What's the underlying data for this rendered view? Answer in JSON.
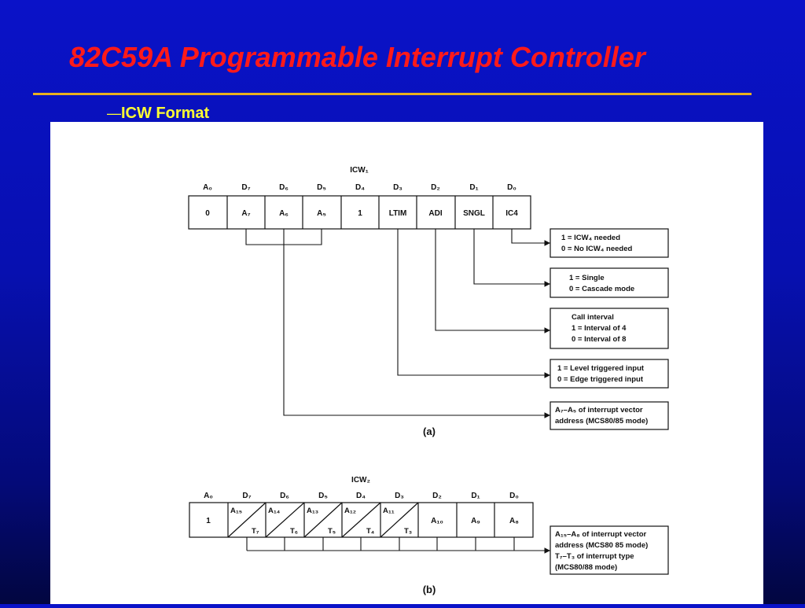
{
  "title": "82C59A Programmable Interrupt Controller",
  "subtitle": {
    "dash": "—",
    "text": "ICW Format"
  },
  "icw1": {
    "name": "ICW₁",
    "headers": [
      "A₀",
      "D₇",
      "D₆",
      "D₅",
      "D₄",
      "D₃",
      "D₂",
      "D₁",
      "D₀"
    ],
    "cells": [
      "0",
      "A₇",
      "A₆",
      "A₅",
      "1",
      "LTIM",
      "ADI",
      "SNGL",
      "IC4"
    ],
    "notes": [
      [
        "1 = ICW₄ needed",
        "0 = No ICW₄ needed"
      ],
      [
        "1 = Single",
        "0 = Cascade mode"
      ],
      [
        "Call interval",
        "1 = Interval of 4",
        "0 = Interval of 8"
      ],
      [
        "1 = Level triggered input",
        "0 = Edge triggered input"
      ],
      [
        "A₇–A₅ of interrupt vector",
        "address (MCS80/85 mode)"
      ]
    ],
    "caption": "(a)"
  },
  "icw2": {
    "name": "ICW₂",
    "headers": [
      "A₀",
      "D₇",
      "D₆",
      "D₅",
      "D₄",
      "D₃",
      "D₂",
      "D₁",
      "D₀"
    ],
    "cell0": "1",
    "split_cells": [
      {
        "top": "A₁₅",
        "bottom": "T₇"
      },
      {
        "top": "A₁₄",
        "bottom": "T₆"
      },
      {
        "top": "A₁₃",
        "bottom": "T₅"
      },
      {
        "top": "A₁₂",
        "bottom": "T₄"
      },
      {
        "top": "A₁₁",
        "bottom": "T₃"
      }
    ],
    "plain_cells": [
      "A₁₀",
      "A₉",
      "A₈"
    ],
    "note": [
      "A₁₅–A₈ of interrupt vector",
      "address (MCS80 85 mode)",
      "T₇–T₃ of interrupt type",
      "(MCS80/88 mode)"
    ],
    "caption": "(b)"
  }
}
